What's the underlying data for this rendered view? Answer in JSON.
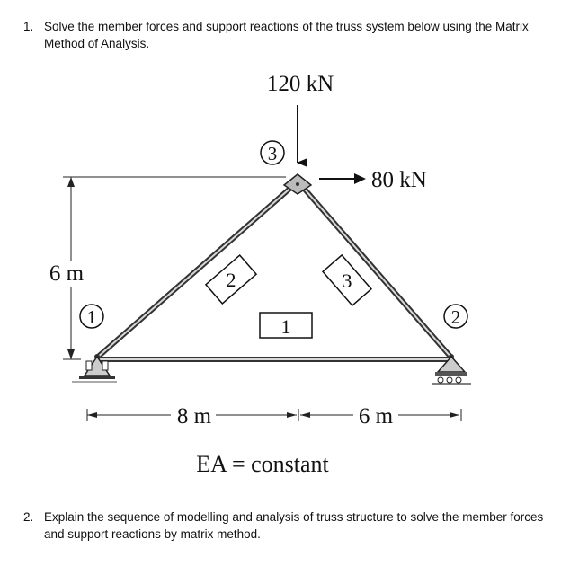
{
  "questions": [
    {
      "number": "1.",
      "text": "Solve the member forces and support reactions of the truss system below using the Matrix Method of Analysis."
    },
    {
      "number": "2.",
      "text": "Explain the sequence of modelling and analysis of truss structure to solve the member forces and support reactions by matrix method."
    }
  ],
  "figure": {
    "load_vertical": "120 kN",
    "load_horizontal": "80 kN",
    "height_dim": "6 m",
    "span_left": "8 m",
    "span_right": "6 m",
    "property": "EA = constant",
    "nodes": [
      "1",
      "2",
      "3"
    ],
    "members": [
      "1",
      "2",
      "3"
    ]
  }
}
